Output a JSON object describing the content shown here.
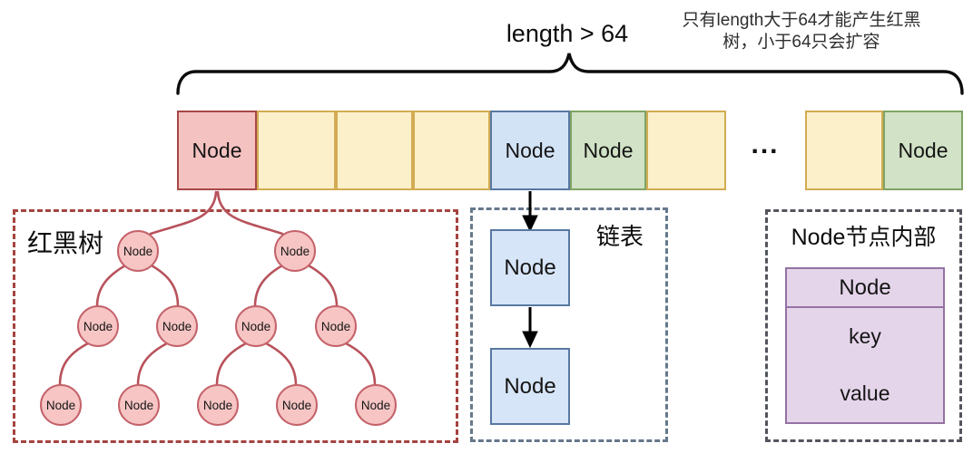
{
  "title_area": {
    "brace_label": "length > 64",
    "note_line1": "只有length大于64才能产生红黑",
    "note_line2": "树，小于64只会扩容"
  },
  "array": {
    "cells": [
      {
        "label": "Node",
        "type": "red"
      },
      {
        "label": "",
        "type": "yellow"
      },
      {
        "label": "",
        "type": "yellow"
      },
      {
        "label": "",
        "type": "yellow"
      },
      {
        "label": "Node",
        "type": "blue"
      },
      {
        "label": "Node",
        "type": "green"
      },
      {
        "label": "",
        "type": "yellow"
      },
      {
        "label": "",
        "type": "yellow"
      },
      {
        "label": "Node",
        "type": "green"
      }
    ],
    "ellipsis": "..."
  },
  "tree_box": {
    "title": "红黑树",
    "node_label": "Node",
    "node_count": 11
  },
  "list_box": {
    "title": "链表",
    "nodes": [
      "Node",
      "Node"
    ]
  },
  "node_box": {
    "title": "Node节点内部",
    "table": {
      "header": "Node",
      "fields": [
        "key",
        "value"
      ]
    }
  },
  "colors": {
    "cell_red_fill": "#f4c2c1",
    "cell_red_border": "#a84746",
    "cell_yellow_fill": "#fcf0ca",
    "cell_yellow_border": "#d3ab53",
    "cell_blue_fill": "#d3e3f6",
    "cell_blue_border": "#5878a2",
    "cell_green_fill": "#d1e2c6",
    "cell_green_border": "#7fa465",
    "tree_edge": "#b8525c",
    "box_red_dash": "#a5433f",
    "box_blue_dash": "#66788c",
    "box_dark_dash": "#53555e",
    "table_fill": "#e5d5ea",
    "table_border": "#9473a3",
    "arrow": "#000000"
  }
}
